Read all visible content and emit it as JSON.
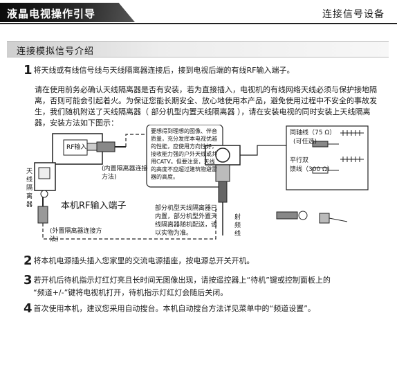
{
  "header": {
    "title": "液晶电视操作引导",
    "section": "连接信号设备"
  },
  "section_title": "连接模拟信号介绍",
  "steps": [
    {
      "num": "1",
      "text": "将天线或有线信号线与天线隔离器连接后，接到电视后端的有线RF输入端子。"
    },
    {
      "num": "2",
      "text": "将本机电源插头插入您家里的交流电源插座，按电源总开关开机。"
    },
    {
      "num": "3",
      "text": "若开机后待机指示灯红灯亮且长时间无图像出现，请按遥控器上“待机”键或控制面板上的",
      "text2": "“频道+/-”键将电视机打开，待机指示灯红灯会随后关闭。"
    },
    {
      "num": "4",
      "text": "首次使用本机，建议您采用自动搜台。本机自动搜台方法详见菜单中的“频道设置”。"
    }
  ],
  "intro": "请在使用前务必确认天线隔离器是否有安装，若为直接插入，电视机的有线网络天线必须与保护接地隔离，否则可能会引起着火。为保证您能长期安全、放心地使用本产品，避免使用过程中不安全的事故发生，我们随机附送了天线隔离器（ 部分机型内置天线隔离器 ），请在安装电视的同时安装上天线隔离器，安装方法如下图示：",
  "diagram": {
    "rf_label": "RF输入",
    "internal_label": "(内置隔离器连接方法)",
    "isolator_label": "天线隔离器",
    "rf_terminal": "本机RF输入端子",
    "external_label": "(外置隔离器连接方法)",
    "note": "要想得到理想的图像、伴音质量，充分发挥本电视优越的性能，应使用方向性好，接收能力强的户外天线或共用CATV。但要注意，天线的高度不应超过建筑物避雷器的高度。",
    "partial_note": "部分机型天线隔离器已内置，部分机型外置天线隔离器随机配送，请以实物为准。",
    "feeder_label": "射频线",
    "coax_label": "同轴线（75 Ω）",
    "coax_sub": "(可任选)",
    "twin_label": "平行双",
    "twin_label2": "馈线（300 Ω）"
  }
}
